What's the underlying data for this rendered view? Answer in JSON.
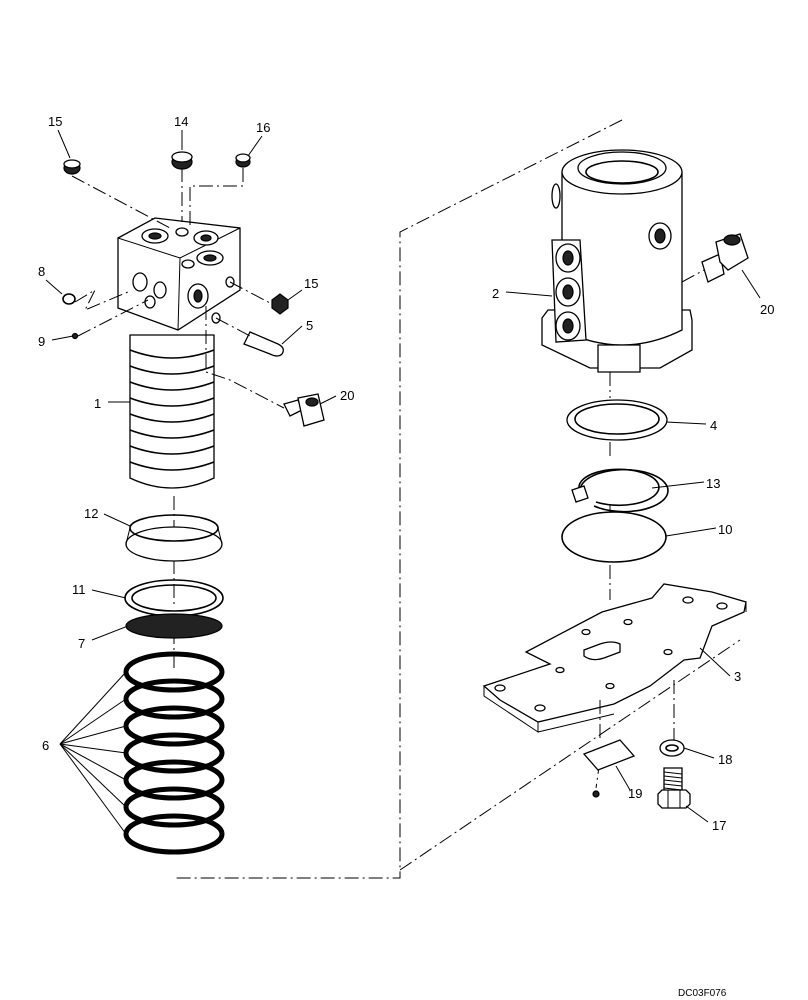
{
  "drawing_code": "DC03F076",
  "callouts": {
    "c1": "1",
    "c2": "2",
    "c3": "3",
    "c4": "4",
    "c5": "5",
    "c6": "6",
    "c7": "7",
    "c8": "8",
    "c9": "9",
    "c10": "10",
    "c11": "11",
    "c12": "12",
    "c13": "13",
    "c14": "14",
    "c15a": "15",
    "c15b": "15",
    "c16": "16",
    "c17": "17",
    "c18": "18",
    "c19": "19",
    "c20a": "20",
    "c20b": "20"
  }
}
